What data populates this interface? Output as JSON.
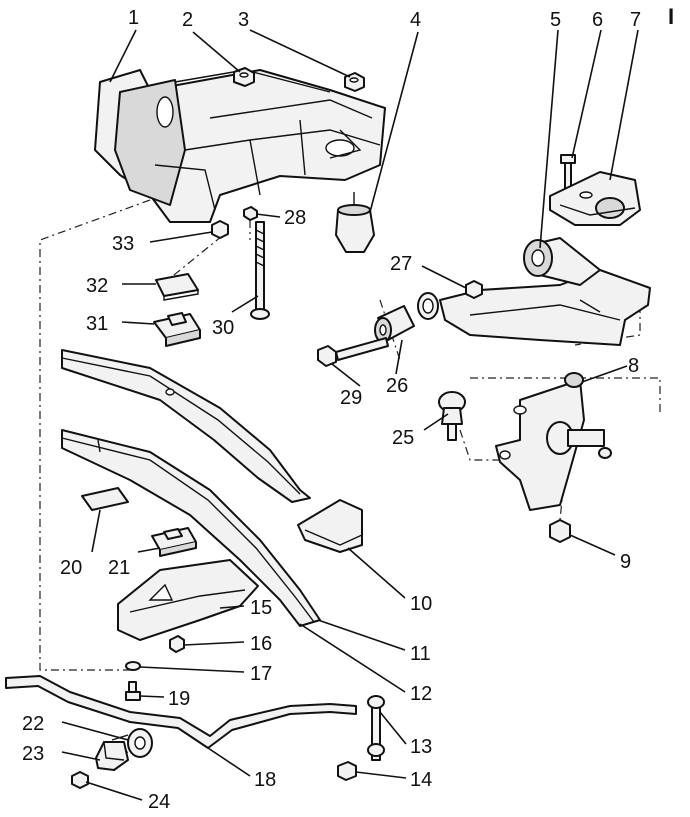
{
  "diagram": {
    "corner_mark": "I",
    "labels": [
      "1",
      "2",
      "3",
      "4",
      "5",
      "6",
      "7",
      "8",
      "9",
      "10",
      "11",
      "12",
      "13",
      "14",
      "15",
      "16",
      "17",
      "18",
      "19",
      "20",
      "21",
      "22",
      "23",
      "24",
      "25",
      "26",
      "27",
      "28",
      "29",
      "30",
      "31",
      "32",
      "33"
    ]
  }
}
